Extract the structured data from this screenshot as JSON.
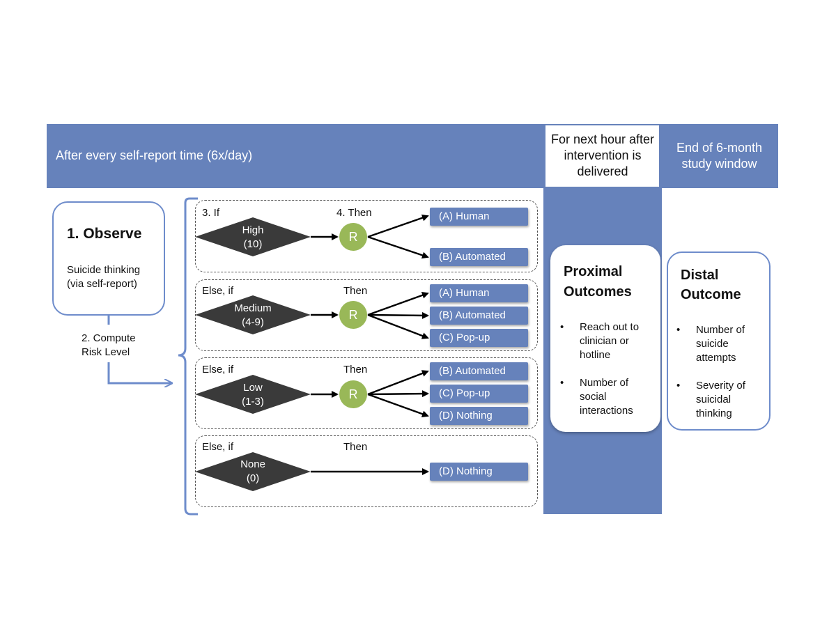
{
  "header": {
    "left_text": "After every self-report time (6x/day)",
    "middle_text": "For next hour after intervention is delivered",
    "right_text": "End of 6-month study window"
  },
  "observe": {
    "title": "1. Observe",
    "body": "Suicide thinking (via self-report)"
  },
  "compute": {
    "label": "2. Compute Risk Level"
  },
  "rows": [
    {
      "cond_label": "3. If",
      "then_label": "4. Then",
      "level": "High",
      "score": "(10)",
      "randomize": "R",
      "options": [
        "(A) Human",
        "(B) Automated"
      ]
    },
    {
      "cond_label": "Else, if",
      "then_label": "Then",
      "level": "Medium",
      "score": "(4-9)",
      "randomize": "R",
      "options": [
        "(A) Human",
        "(B) Automated",
        "(C) Pop-up"
      ]
    },
    {
      "cond_label": "Else, if",
      "then_label": "Then",
      "level": "Low",
      "score": "(1-3)",
      "randomize": "R",
      "options": [
        "(B) Automated",
        "(C) Pop-up",
        "(D) Nothing"
      ]
    },
    {
      "cond_label": "Else, if",
      "then_label": "Then",
      "level": "None",
      "score": "(0)",
      "options": [
        "(D) Nothing"
      ]
    }
  ],
  "proximal": {
    "title": "Proximal Outcomes",
    "items": [
      "Reach out to clinician or hotline",
      "Number of social interactions"
    ]
  },
  "distal": {
    "title": "Distal Outcome",
    "items": [
      "Number of suicide attempts",
      "Severity of suicidal thinking"
    ]
  },
  "colors": {
    "band": "#6682bb",
    "box_border": "#6e8ccb",
    "diamond": "#3a3a3a",
    "randomize": "#99b858"
  }
}
